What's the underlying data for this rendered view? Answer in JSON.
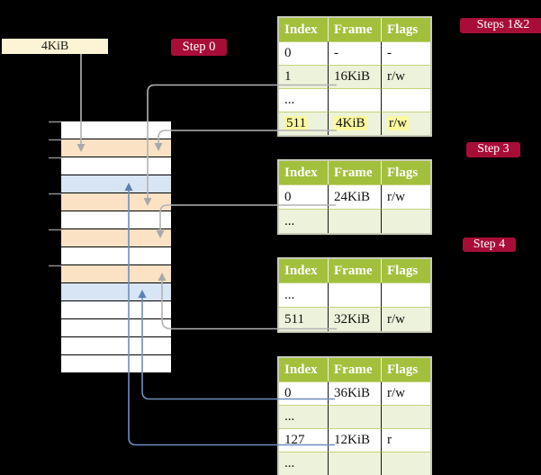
{
  "colors": {
    "background": "#000000",
    "badge_red": "#a80d38",
    "table_header_green": "#a2c03c",
    "table_row_green": "#edf2da",
    "table_row_white": "#ffffff",
    "memory_frame_orange": "#fbe2c5",
    "memory_frame_blue": "#d8e5f4",
    "frame_label_cream": "#fdf3d5",
    "highlight_yellow": "#fbf99e",
    "connector_gray": "#b3b3b3",
    "connector_blue": "#6e8ec0"
  },
  "frame_size_label": "4KiB",
  "badges": {
    "step0": "Step 0",
    "steps12": "Steps 1&2",
    "step3": "Step 3",
    "step4": "Step 4"
  },
  "memory_column": {
    "rows": [
      "white",
      "orange",
      "white",
      "blue",
      "orange",
      "white",
      "orange",
      "white",
      "orange",
      "blue",
      "white",
      "white",
      "white",
      "white"
    ]
  },
  "tables": [
    {
      "name": "page-table-steps-1-2",
      "columns": [
        "Index",
        "Frame",
        "Flags"
      ],
      "rows": [
        {
          "cells": [
            "0",
            "-",
            "-"
          ],
          "shade": "white",
          "highlight": false
        },
        {
          "cells": [
            "1",
            "16KiB",
            "r/w"
          ],
          "shade": "green",
          "highlight": false
        },
        {
          "cells": [
            "...",
            "",
            ""
          ],
          "shade": "white",
          "highlight": false
        },
        {
          "cells": [
            "511",
            "4KiB",
            "r/w"
          ],
          "shade": "green",
          "highlight": true
        }
      ]
    },
    {
      "name": "page-table-step-3",
      "columns": [
        "Index",
        "Frame",
        "Flags"
      ],
      "rows": [
        {
          "cells": [
            "0",
            "24KiB",
            "r/w"
          ],
          "shade": "white",
          "highlight": false
        },
        {
          "cells": [
            "...",
            "",
            ""
          ],
          "shade": "green",
          "highlight": false
        }
      ]
    },
    {
      "name": "page-table-step-4a",
      "columns": [
        "Index",
        "Frame",
        "Flags"
      ],
      "rows": [
        {
          "cells": [
            "...",
            "",
            ""
          ],
          "shade": "white",
          "highlight": false
        },
        {
          "cells": [
            "511",
            "32KiB",
            "r/w"
          ],
          "shade": "green",
          "highlight": false
        }
      ]
    },
    {
      "name": "page-table-step-4b",
      "columns": [
        "Index",
        "Frame",
        "Flags"
      ],
      "rows": [
        {
          "cells": [
            "0",
            "36KiB",
            "r/w"
          ],
          "shade": "white",
          "highlight": false
        },
        {
          "cells": [
            "...",
            "",
            ""
          ],
          "shade": "green",
          "highlight": false
        },
        {
          "cells": [
            "127",
            "12KiB",
            "r"
          ],
          "shade": "white",
          "highlight": false
        },
        {
          "cells": [
            "...",
            "",
            ""
          ],
          "shade": "green",
          "highlight": false
        }
      ]
    }
  ],
  "connectors": [
    {
      "from": "frame-size-label",
      "to": "memory-row-2",
      "color": "gray"
    },
    {
      "from": "table1-row-1",
      "to": "memory-row-5",
      "color": "gray"
    },
    {
      "from": "table1-row-511",
      "to": "memory-row-2",
      "color": "gray"
    },
    {
      "from": "table2-row-0",
      "to": "memory-row-7",
      "color": "gray"
    },
    {
      "from": "table3-row-511",
      "to": "memory-row-9",
      "color": "gray"
    },
    {
      "from": "table4-row-0",
      "to": "memory-row-10",
      "color": "blue"
    },
    {
      "from": "table4-row-127",
      "to": "memory-row-4",
      "color": "blue"
    }
  ]
}
